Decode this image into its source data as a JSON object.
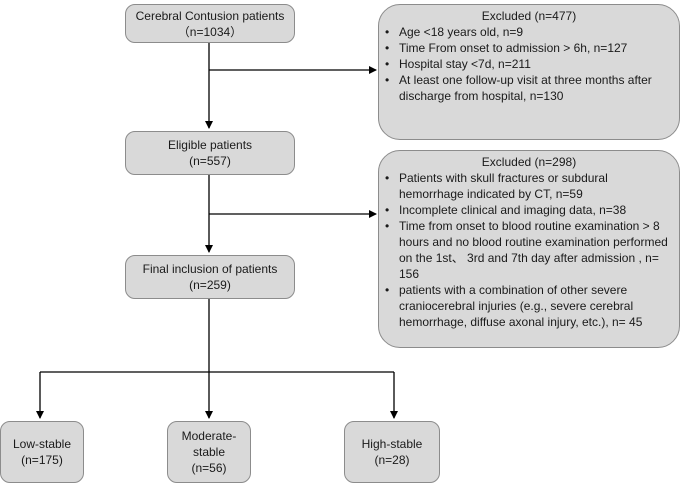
{
  "boxes": {
    "cerebral": {
      "line1": "Cerebral Contusion patients",
      "line2": "（n=1034）"
    },
    "eligible": {
      "line1": "Eligible patients",
      "line2": "(n=557)"
    },
    "final": {
      "line1": "Final inclusion of patients",
      "line2": "(n=259)"
    },
    "low": {
      "line1": "Low-stable",
      "line2": "(n=175)"
    },
    "moderate": {
      "line1": "Moderate-",
      "line2": "stable",
      "line3": "(n=56)"
    },
    "high": {
      "line1": "High-stable",
      "line2": "(n=28)"
    }
  },
  "excluded1": {
    "title": "Excluded (n=477)",
    "items": [
      "Age <18 years old, n=9",
      "Time From onset to admission > 6h, n=127",
      "Hospital stay <7d, n=211",
      "At least one follow-up visit at three months after discharge from hospital, n=130"
    ]
  },
  "excluded2": {
    "title": "Excluded (n=298)",
    "items": [
      "Patients with skull fractures or subdural hemorrhage indicated by CT, n=59",
      "Incomplete clinical and imaging data, n=38",
      "Time from onset to blood routine examination > 8 hours and no blood routine examination performed on the 1st、 3rd and 7th day after admission , n= 156",
      "patients with a combination of other severe craniocerebral injuries (e.g., severe cerebral hemorrhage, diffuse axonal injury, etc.), n= 45"
    ]
  }
}
